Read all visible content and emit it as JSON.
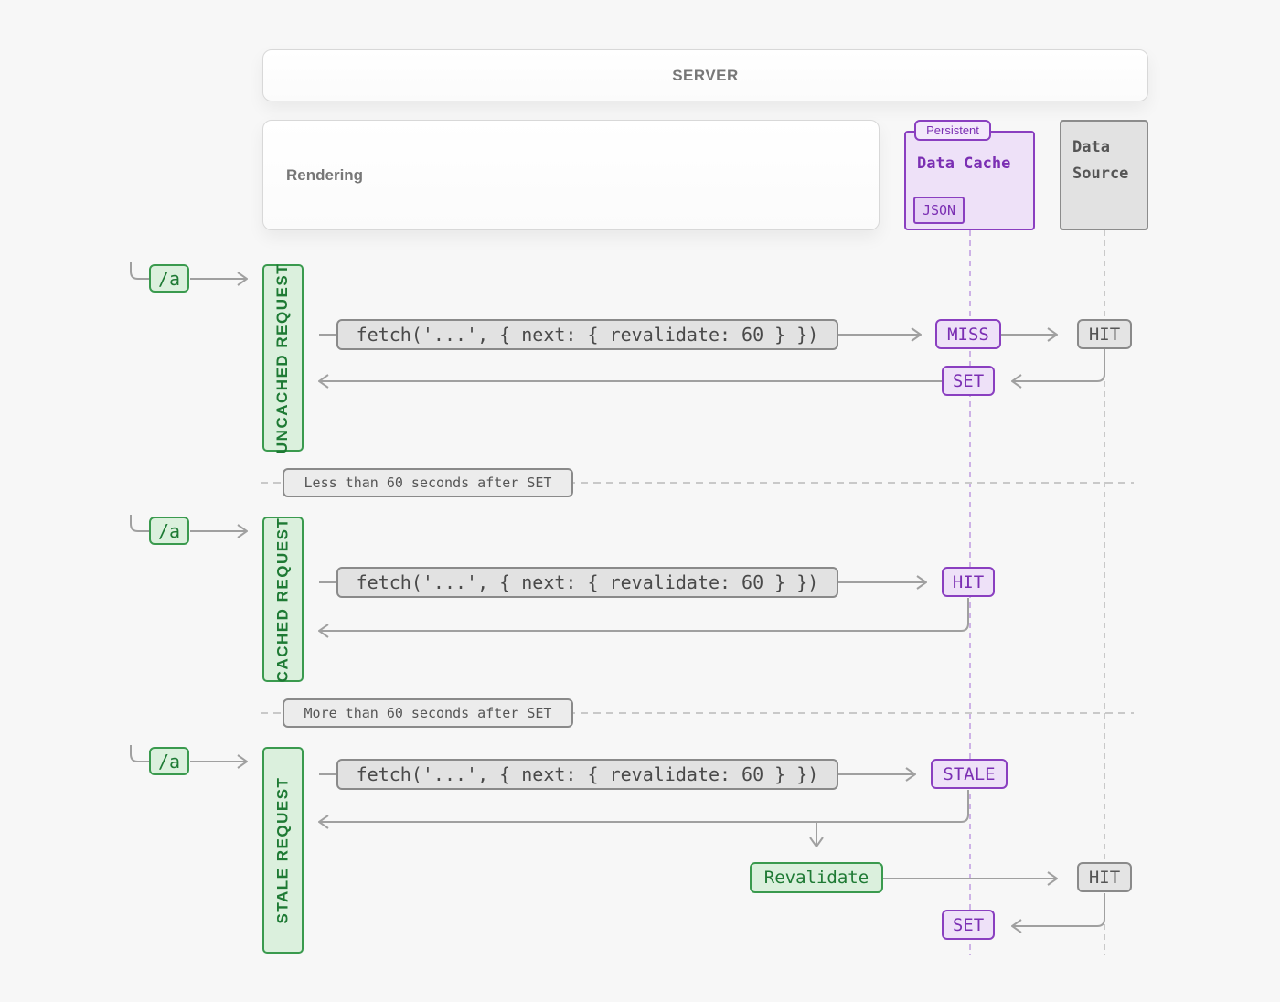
{
  "server": {
    "label": "SERVER"
  },
  "rendering": {
    "label": "Rendering"
  },
  "data_cache": {
    "tag": "Persistent",
    "title": "Data Cache",
    "badge": "JSON"
  },
  "data_source": {
    "title": "Data Source"
  },
  "route": "/a",
  "fetch_call": "fetch('...', { next: { revalidate: 60 } })",
  "phases": {
    "uncached": {
      "label": "UNCACHED REQUEST",
      "cache_result": "MISS",
      "source_result": "HIT",
      "set_label": "SET"
    },
    "cached": {
      "label": "CACHED REQUEST",
      "cache_result": "HIT"
    },
    "stale": {
      "label": "STALE REQUEST",
      "cache_result": "STALE",
      "revalidate_label": "Revalidate",
      "source_result": "HIT",
      "set_label": "SET"
    }
  },
  "dividers": {
    "less": "Less than 60 seconds after SET",
    "more": "More than 60 seconds after SET"
  },
  "colors": {
    "green": "#3a9a4e",
    "purple": "#8a3fc0",
    "gray": "#8a8a8a",
    "arrow": "#a0a0a0"
  }
}
